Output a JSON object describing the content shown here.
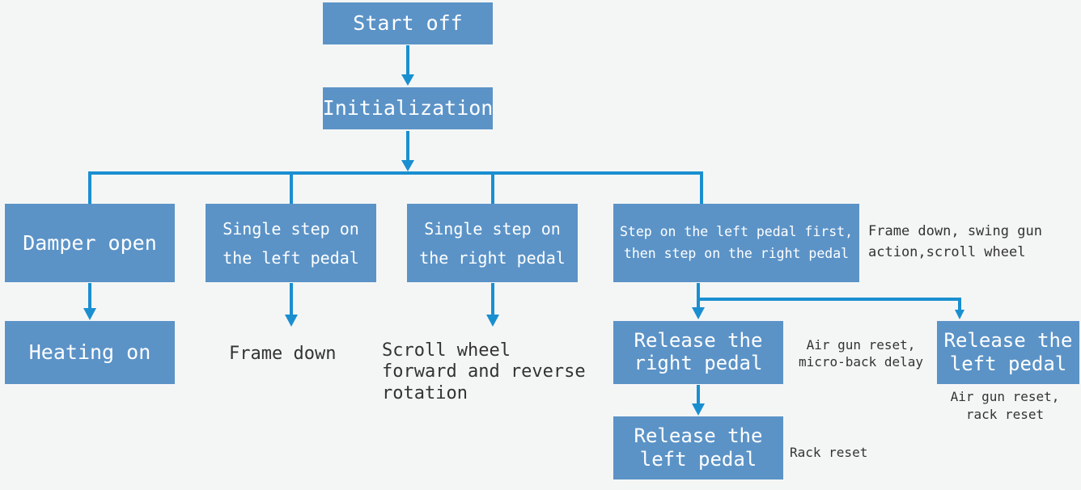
{
  "nodes": {
    "start": "Start off",
    "init": "Initialization",
    "damper": "Damper open",
    "heating": "Heating on",
    "single_left": "Single step on the left pedal",
    "single_right": "Single step on the right pedal",
    "both": "Step on the left pedal first, then step on the right pedal",
    "release_right": "Release the right pedal",
    "release_left_2": "Release the left pedal",
    "release_left_side": "Release the left pedal"
  },
  "notes": {
    "frame_down": "Frame down",
    "scroll_wheel": "Scroll wheel forward and reverse rotation",
    "both_action": "Frame down, swing gun action,scroll wheel",
    "air_gun_micro": "Air gun reset, micro-back delay",
    "air_gun_rack": "Air gun reset, rack reset",
    "rack_reset": "Rack reset"
  },
  "colors": {
    "box_fill": "#5b93c7",
    "connector": "#1a8fd0",
    "background": "#f4f6f6"
  }
}
